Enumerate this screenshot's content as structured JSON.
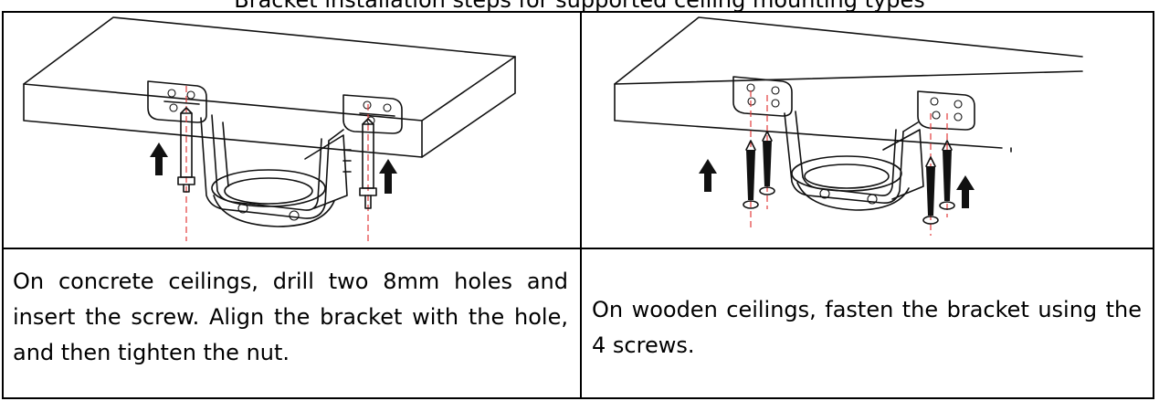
{
  "header_fragment": "Bracket installation steps for supported ceiling mounting types",
  "panels": [
    {
      "id": "concrete",
      "caption": "On concrete ceilings, drill two 8mm holes and insert the screw. Align the bracket with the hole, and then tighten the nut.",
      "illustration": "concrete-ceiling-bracket-illustration"
    },
    {
      "id": "wooden",
      "caption": "On wooden ceilings, fasten the bracket using the 4 screws.",
      "illustration": "wooden-ceiling-bracket-illustration"
    }
  ]
}
